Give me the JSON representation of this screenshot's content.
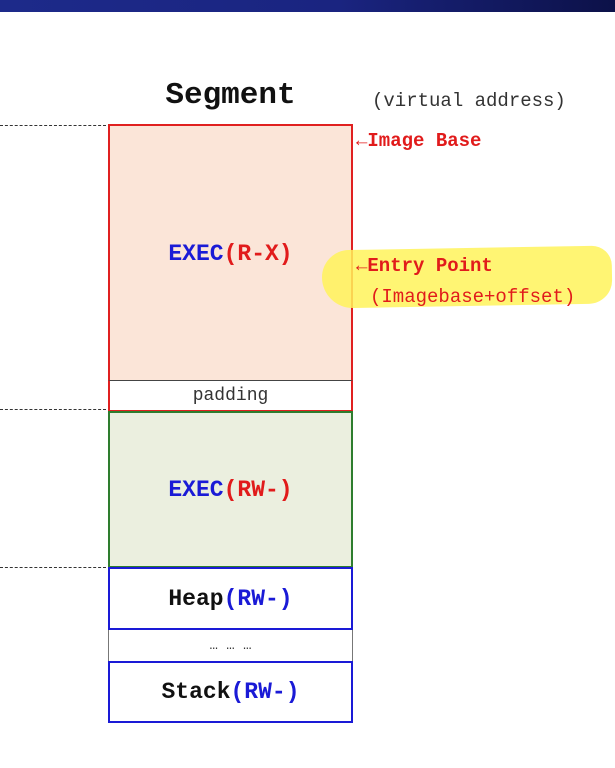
{
  "header": {
    "title": "Segment",
    "subtitle": "(virtual address)"
  },
  "segments": {
    "exec_rx": {
      "name": "EXEC",
      "perm": "(R-X)"
    },
    "padding": {
      "label": "padding"
    },
    "exec_rw": {
      "name": "EXEC",
      "perm": "(RW-)"
    },
    "heap": {
      "name": "Heap",
      "perm": "(RW-)"
    },
    "gap": {
      "label": "… … …"
    },
    "stack": {
      "name": "Stack",
      "perm": "(RW-)"
    }
  },
  "annotations": {
    "image_base": "←Image Base",
    "entry_point": "←Entry Point",
    "entry_offset": "(Imagebase+offset)"
  },
  "colors": {
    "exec_rx_fill": "#fbe5d8",
    "exec_rw_fill": "#ebefdf",
    "red": "#e11b1b",
    "blue": "#1a1ad6",
    "green": "#2e7d2e",
    "highlight": "#fff35a"
  }
}
